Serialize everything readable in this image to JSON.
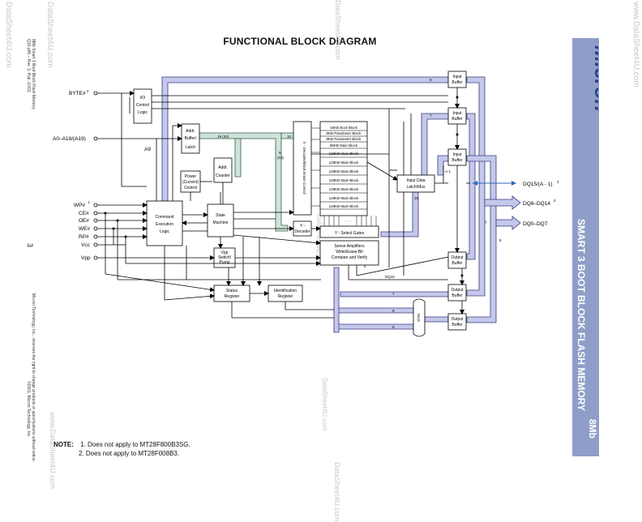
{
  "page": {
    "title": "FUNCTIONAL BLOCK DIAGRAM",
    "page_number": "3",
    "sidebar_title_line1": "8Mb",
    "sidebar_title_line2": "SMART 3 BOOT BLOCK FLASH MEMORY",
    "logo_text": "Micron",
    "left_text_1": "8Mb Smart 3 Boot Block Flash Memory",
    "left_text_2": "Q10.p65 – Rev. 3, Pub. 10/01",
    "left_text_3": "Micron Technology, Inc., reserves the right to change products or specifications without notice.",
    "left_text_4": "©2001, Micron Technology, Inc."
  },
  "watermarks": {
    "top_left_vertical": "DataSheet4U.com",
    "top_mid": "DataSheet4U.com",
    "right": "www.DataSheet4U.com",
    "left_vertical": "DataSheet4U.com",
    "bottom_left": "www.DataSheet4U.com",
    "bottom_mid": "DataSheet4U.com",
    "mid_1": "DataSheet4U.com",
    "mid_2": "DataSheet4U.com"
  },
  "notes": {
    "label": "NOTE:",
    "items": [
      "1.  Does not apply to MT28F800B3SG.",
      "2.  Does not apply to MT28F008B3."
    ]
  },
  "pins": {
    "byte": "BYTE#",
    "byte_sup": "2",
    "addr": "A0–A18/(A19)",
    "a9": "A9",
    "wp": "WP#",
    "wp_sup": "1",
    "ce": "CE#",
    "oe": "OE#",
    "we": "WE#",
    "rp": "RP#",
    "vcc": "Vcc",
    "vpp": "Vpp",
    "dq15": "DQ15/(A - 1)",
    "dq15_sup": "2",
    "dq8": "DQ8–DQ14",
    "dq8_sup": "2",
    "dq0": "DQ0–DQ7"
  },
  "blocks": {
    "io_ctrl": [
      "I/O",
      "Control",
      "Logic"
    ],
    "addr_latch": [
      "Addr.",
      "Buffer/",
      "Latch"
    ],
    "power": [
      "Power",
      "(Current)",
      "Control"
    ],
    "addr_counter": [
      "Addr.",
      "Counter"
    ],
    "command": [
      "Command",
      "Execution",
      "Logic"
    ],
    "state": [
      "State",
      "Machine"
    ],
    "vpp_switch": [
      "Vpp",
      "Switch/",
      "Pump"
    ],
    "status": [
      "Status",
      "Register"
    ],
    "ident": [
      "Identification",
      "Register"
    ],
    "x_decoder": "X - Decoder/Block Erase Control",
    "y_decoder": [
      "Y -",
      "Decoder"
    ],
    "y_gates": "Y - Select Gates",
    "sense": [
      "Sense Amplifiers",
      "Write/Erase-Bit",
      "Compare and Verify"
    ],
    "input_latch": [
      "Input Data",
      "Latch/Mux"
    ],
    "mux": "MUX",
    "input_buffer": [
      "Input",
      "Buffer"
    ],
    "output_buffer": [
      "Output",
      "Buffer"
    ],
    "memory": [
      "16KB Boot Block",
      "8KB Parameter Block",
      "8KB Parameter Block",
      "96KB Main Block",
      "128KB Main Block",
      "128KB Main Block",
      "128KB Main Block",
      "128KB Main Block",
      "128KB Main Block",
      "128KB Main Block",
      "128KB Main Block"
    ]
  },
  "bus_labels": {
    "b19": "19 (20)",
    "b10": "10",
    "b9": "9",
    "b10p": "(10)",
    "b8a": "8",
    "b7a": "7",
    "b16": "16",
    "am1": "A-1",
    "dq15": "DQ15",
    "b7b": "7",
    "b8b": "8",
    "b8c": "8",
    "b7c": "7",
    "b8d": "8",
    "dots": "· · · · ·"
  },
  "colors": {
    "bus_purple": "#c4c8ea",
    "bus_green": "#cfe3d8",
    "sidebar": "#8f9ec8",
    "dq_arrow": "#2a6ab8"
  }
}
